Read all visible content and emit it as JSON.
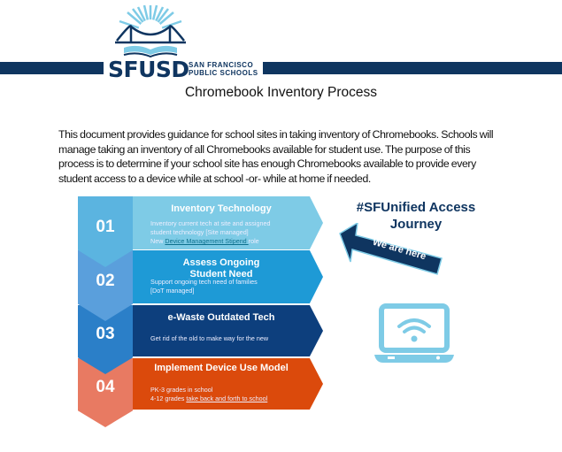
{
  "header": {
    "logo_text": "SFUSD",
    "logo_subtitle_1": "SAN FRANCISCO",
    "logo_subtitle_2": "PUBLIC SCHOOLS"
  },
  "title": "Chromebook Inventory Process",
  "intro": "This document provides guidance for school sites in taking inventory of Chromebooks. Schools will manage taking an inventory of all Chromebooks available for student use. The purpose of this process is to determine if your school site has enough Chromebooks available to provide every student access to a device while at school -or- while at home if needed.",
  "steps": [
    {
      "num": "01",
      "title": "Inventory Technology",
      "line1": "Inventory current tech at site and assigned",
      "line2": "student technology [Site managed]",
      "line3_pre": "New ",
      "line3_link": "Device Management Stipend ",
      "line3_post": "role"
    },
    {
      "num": "02",
      "title": "Assess Ongoing Student Need",
      "line1": "Support ongoing tech need of families",
      "line2": "[DoT managed]"
    },
    {
      "num": "03",
      "title": "e-Waste Outdated Tech",
      "line1": "Get rid of the old to make way for the new"
    },
    {
      "num": "04",
      "title": "Implement Device Use Model",
      "line1": "PK-3 grades in school",
      "line2_pre": "4-12 grades ",
      "line2_link": "take back and forth to school"
    }
  ],
  "journey": {
    "title": "#SFUnified Access Journey",
    "arrow_label": "We are here"
  },
  "colors": {
    "navy": "#0f3560",
    "orange": "#db4a0c"
  }
}
